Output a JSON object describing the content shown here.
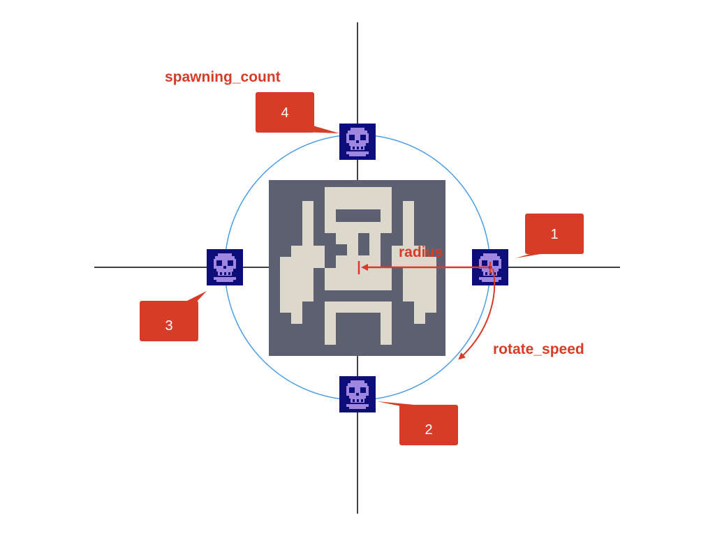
{
  "labels": {
    "spawning_count": "spawning_count",
    "radius": "radius",
    "rotate_speed": "rotate_speed"
  },
  "callouts": [
    {
      "id": "1",
      "text": "1"
    },
    {
      "id": "2",
      "text": "2"
    },
    {
      "id": "3",
      "text": "3"
    },
    {
      "id": "4",
      "text": "4"
    }
  ],
  "icons": {
    "spawner": "robot-sprite-icon",
    "spawned": "skull-icon"
  },
  "colors": {
    "accent": "#d63c27",
    "orbit": "#4a9ee8",
    "axis": "#000000",
    "spawner_bg": "#5d6070",
    "spawner_fg": "#ddd8cc",
    "skull_bg": "#0d0d7a",
    "skull_fg": "#9f86e0"
  }
}
